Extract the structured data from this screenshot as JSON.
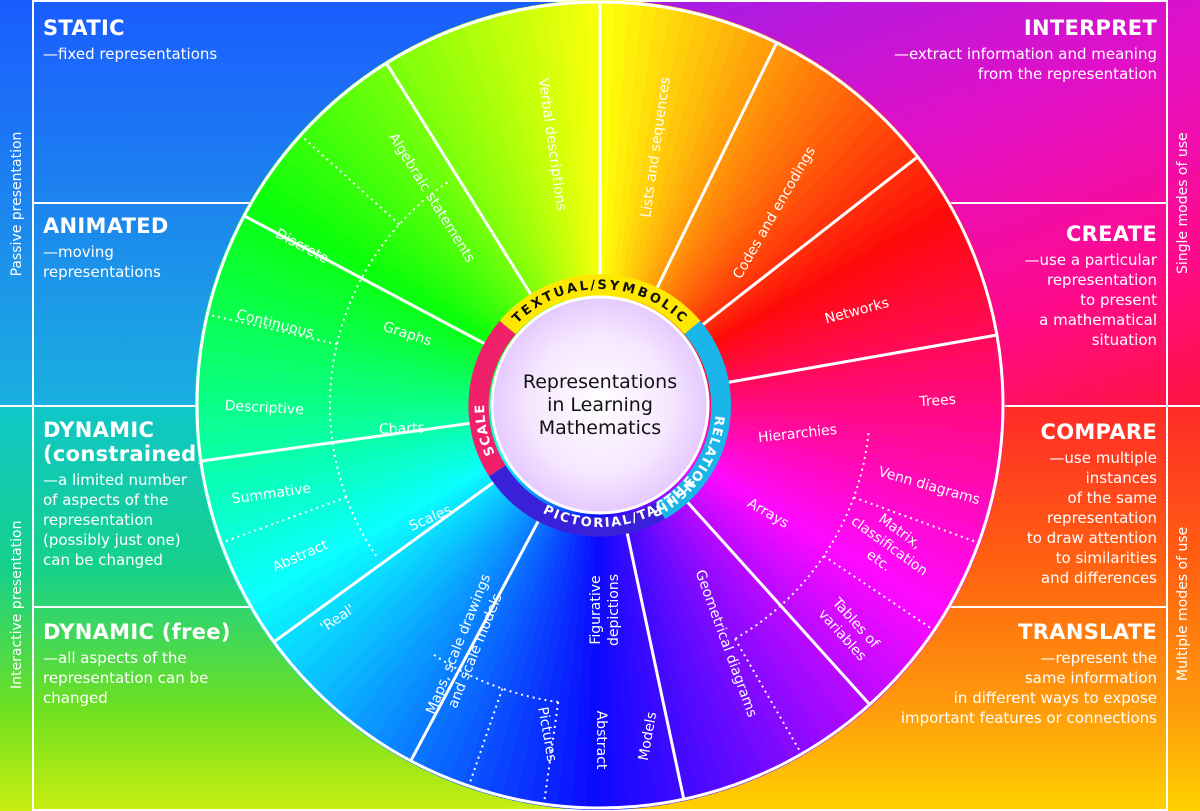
{
  "center": {
    "line1": "Representations",
    "line2": "in Learning",
    "line3": "Mathematics"
  },
  "ring": {
    "textual": "TEXTUAL/SYMBOLIC",
    "relationship": "RELATIONSHIP",
    "pictorial": "PICTORIAL/TACTILE",
    "scale": "SCALE"
  },
  "segments": {
    "verbal": "Verbal descriptions",
    "lists": "Lists and sequences",
    "codes": "Codes and encodings",
    "algebraic": "Algebraic statements",
    "networks": "Networks",
    "hierarchies": "Hierarchies",
    "trees": "Trees",
    "venn": "Venn diagrams",
    "arrays": "Arrays",
    "matrix1": "Matrix,",
    "matrix2": "classification",
    "matrix3": "etc.",
    "tables1": "Tables of",
    "tables2": "variables",
    "geometrical": "Geometrical diagrams",
    "figurative1": "Figurative",
    "figurative2": "depictions",
    "pictures": "Pictures",
    "abstract_pic": "Abstract",
    "models": "Models",
    "maps1": "Maps, scale drawings",
    "maps2": "and scale models",
    "scales": "Scales",
    "abstract_scale": "Abstract",
    "real": "'Real'",
    "charts": "Charts",
    "descriptive": "Descriptive",
    "summative": "Summative",
    "graphs": "Graphs",
    "discrete": "Discrete",
    "continuous": "Continuous"
  },
  "left_panels": {
    "static": {
      "title": "STATIC",
      "desc": [
        "—fixed representations"
      ]
    },
    "animated": {
      "title": "ANIMATED",
      "desc": [
        "—moving",
        "representations"
      ]
    },
    "dynamic_c": {
      "title1": "DYNAMIC",
      "title2": "(constrained)",
      "desc": [
        "—a limited number",
        "of aspects of the",
        "representation",
        "(possibly just one)",
        "can be changed"
      ]
    },
    "dynamic_f": {
      "title": "DYNAMIC (free)",
      "desc": [
        "—all aspects of the",
        "representation can be",
        "changed"
      ]
    }
  },
  "right_panels": {
    "interpret": {
      "title": "INTERPRET",
      "desc": [
        "—extract information and meaning",
        "from the representation"
      ]
    },
    "create": {
      "title": "CREATE",
      "desc": [
        "—use a particular",
        "representation",
        "to present",
        "a mathematical",
        "situation"
      ]
    },
    "compare": {
      "title": "COMPARE",
      "desc": [
        "—use multiple",
        "instances",
        "of the same",
        "representation",
        "to draw attention",
        "to similarities",
        "and differences"
      ]
    },
    "translate": {
      "title": "TRANSLATE",
      "desc": [
        "—represent the",
        "same information",
        "in different ways to expose",
        "important features or connections"
      ]
    }
  },
  "side_labels": {
    "passive": "Passive presentation",
    "interactive": "Interactive presentation",
    "single": "Single modes of use",
    "multiple": "Multiple modes of use"
  }
}
